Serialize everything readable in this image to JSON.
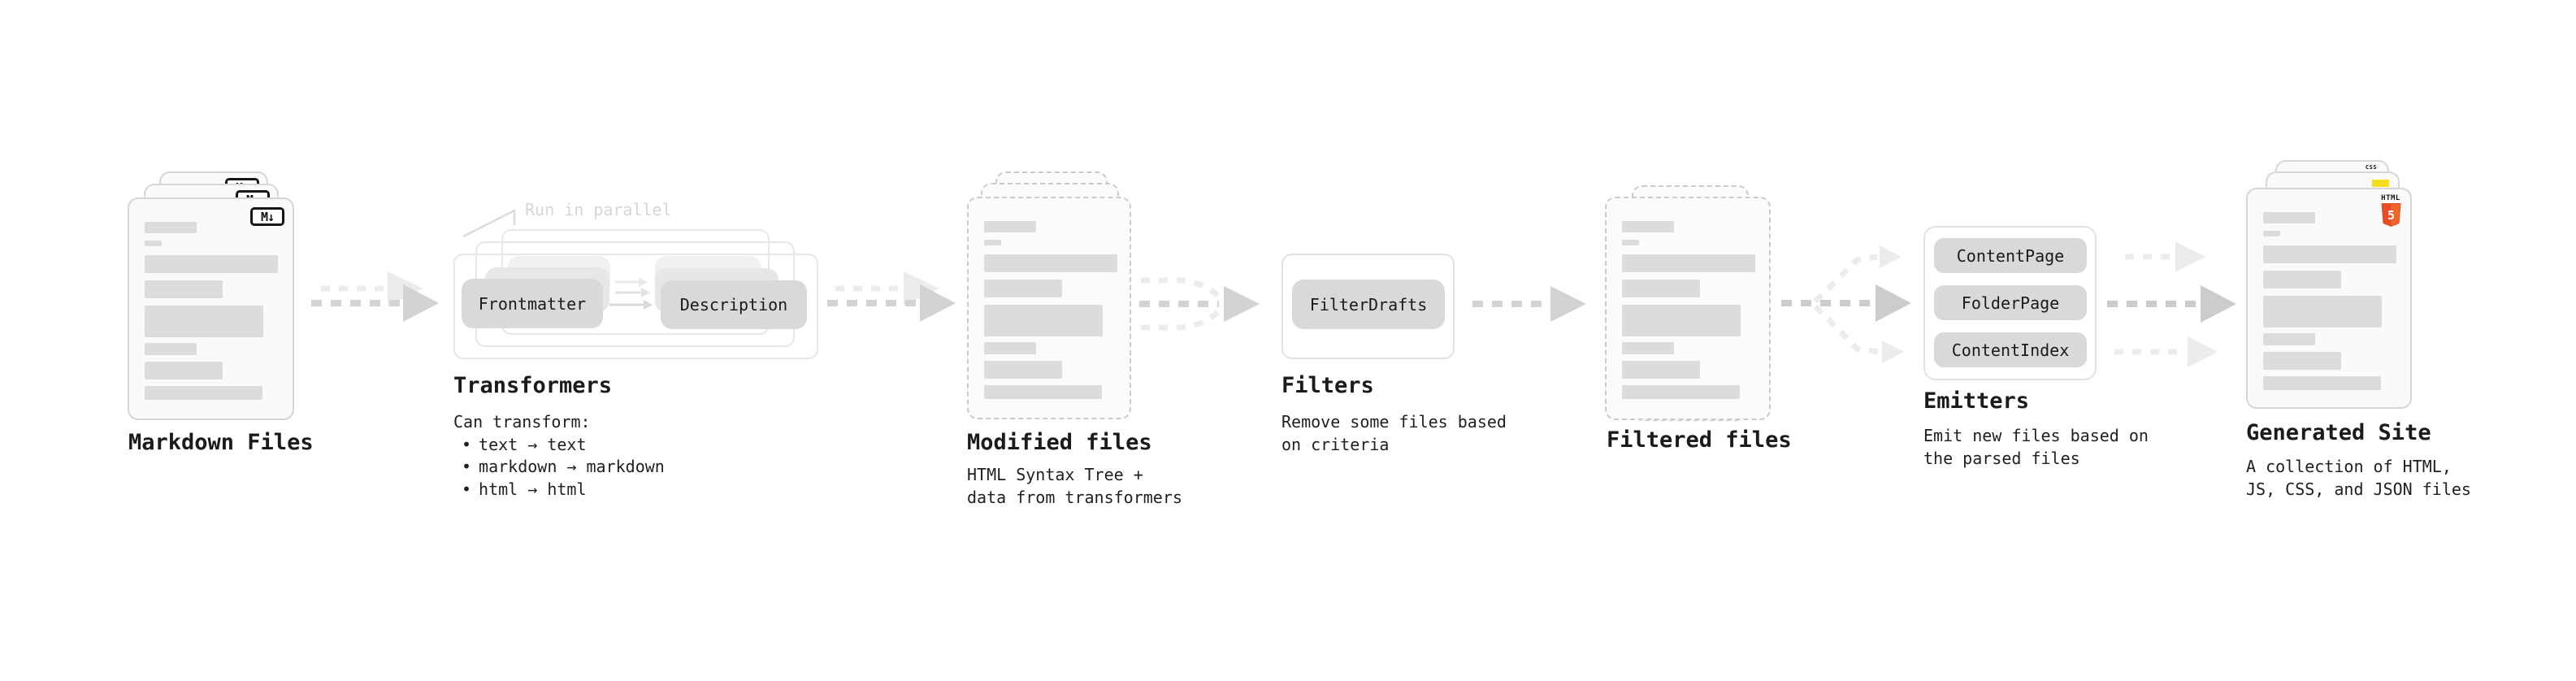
{
  "diagram": {
    "stages": {
      "markdown": {
        "label": "Markdown Files"
      },
      "transformers": {
        "label": "Transformers",
        "annotation": "Run in parallel",
        "pills": [
          "Frontmatter",
          "Description"
        ],
        "caption": "Can transform:",
        "bullet_marker": "•",
        "bullets": [
          "text → text",
          "markdown → markdown",
          "html → html"
        ]
      },
      "modified": {
        "label": "Modified files",
        "caption_lines": [
          "HTML Syntax Tree +",
          "data from transformers"
        ]
      },
      "filters": {
        "label": "Filters",
        "pills": [
          "FilterDrafts"
        ],
        "caption_lines": [
          "Remove some files based",
          "on criteria"
        ]
      },
      "filtered": {
        "label": "Filtered files"
      },
      "emitters": {
        "label": "Emitters",
        "pills": [
          "ContentPage",
          "FolderPage",
          "ContentIndex"
        ],
        "caption_lines": [
          "Emit new files based on",
          "the parsed files"
        ]
      },
      "generated": {
        "label": "Generated Site",
        "caption_lines": [
          "A collection of HTML,",
          "JS, CSS, and JSON files"
        ]
      }
    },
    "icons": {
      "markdown_badge": "M↓",
      "html5_wordmark": "HTML",
      "html5_numeral": "5",
      "css_wordmark": "CSS"
    },
    "colors": {
      "html5_orange": "#e44d26",
      "html5_orange_light": "#f16529",
      "js_yellow": "#f7df1e",
      "css_blue": "#2e6be6",
      "pill_gray": "#d9d9d9",
      "arrow_gray": "#d3d3d3",
      "arrow_light": "#ececec"
    }
  }
}
